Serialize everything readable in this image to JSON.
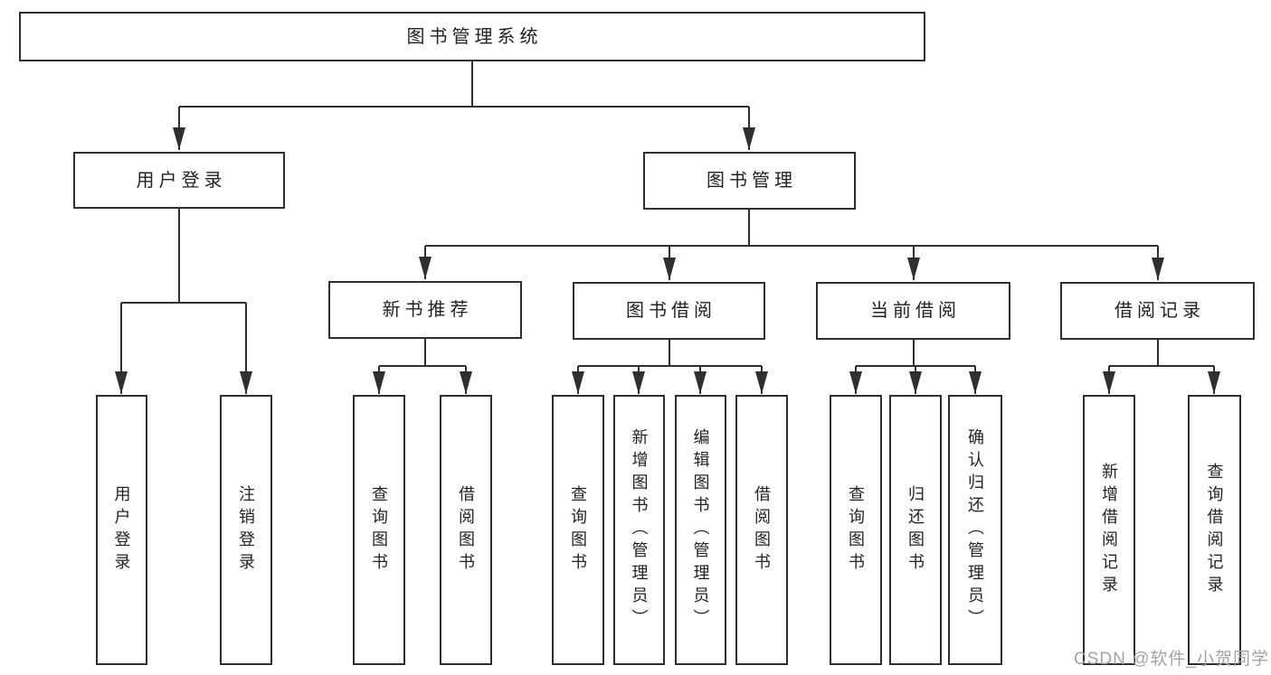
{
  "diagram_type": "hierarchy-tree",
  "colors": {
    "line": "#2f2f2f",
    "text": "#222222",
    "watermark": "#a3a3a3",
    "box_fill": "#ffffff"
  },
  "tree": {
    "label": "图书管理系统",
    "children": [
      {
        "label": "用户登录",
        "children": [
          {
            "label": "用户登录"
          },
          {
            "label": "注销登录"
          }
        ]
      },
      {
        "label": "图书管理",
        "children": [
          {
            "label": "新书推荐",
            "children": [
              {
                "label": "查询图书"
              },
              {
                "label": "借阅图书"
              }
            ]
          },
          {
            "label": "图书借阅",
            "children": [
              {
                "label": "查询图书"
              },
              {
                "label": "新增图书（管理员）"
              },
              {
                "label": "编辑图书（管理员）"
              },
              {
                "label": "借阅图书"
              }
            ]
          },
          {
            "label": "当前借阅",
            "children": [
              {
                "label": "查询图书"
              },
              {
                "label": "归还图书"
              },
              {
                "label": "确认归还（管理员）"
              }
            ]
          },
          {
            "label": "借阅记录",
            "children": [
              {
                "label": "新增借阅记录"
              },
              {
                "label": "查询借阅记录"
              }
            ]
          }
        ]
      }
    ]
  },
  "watermark": {
    "text": "CSDN @软件_小贺同学"
  }
}
